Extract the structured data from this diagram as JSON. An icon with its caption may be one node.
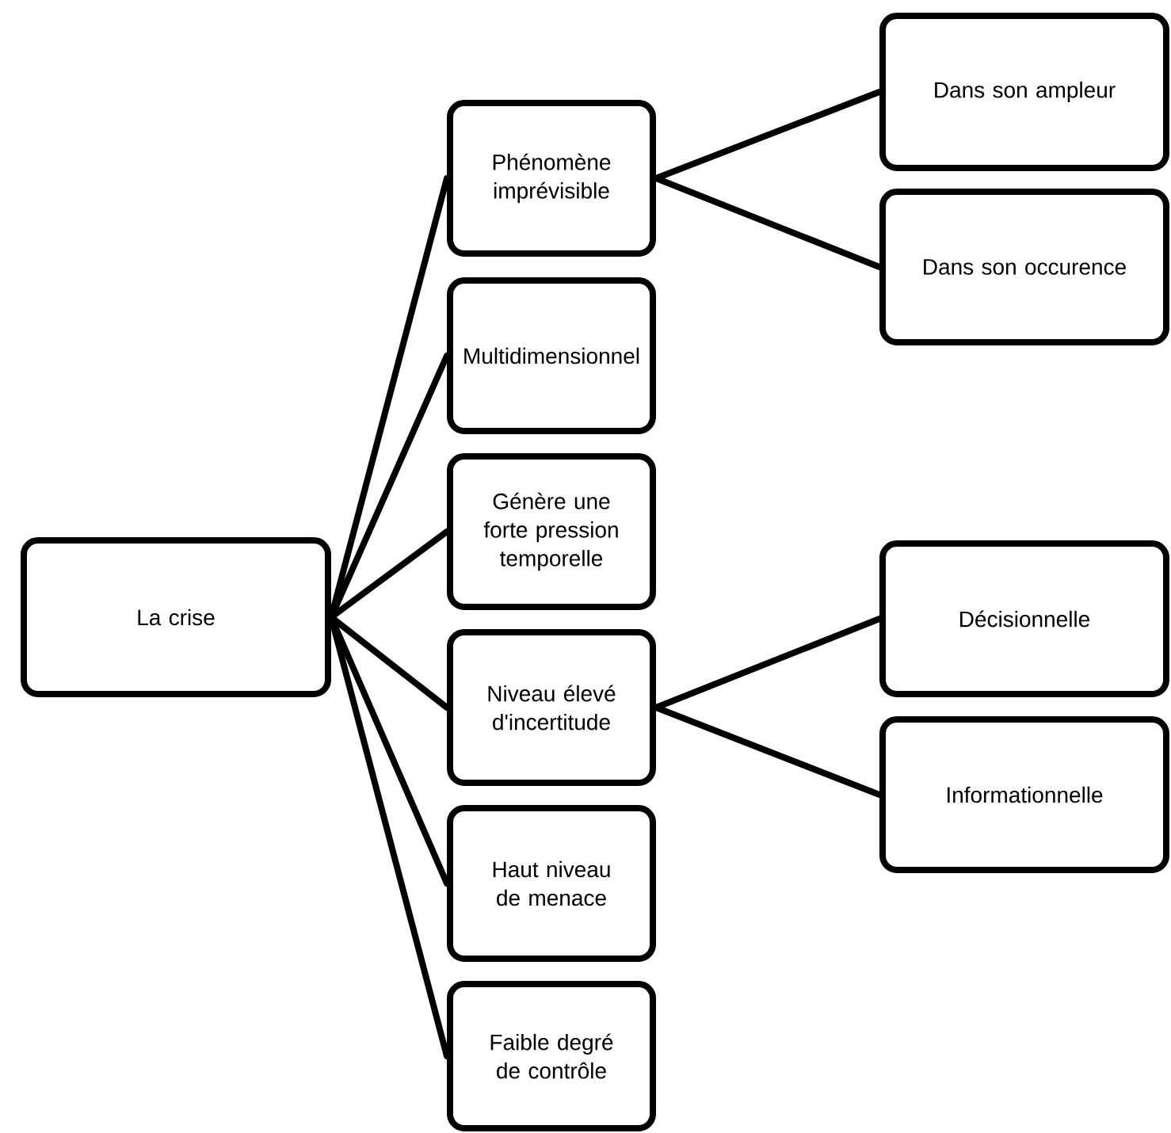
{
  "diagram": {
    "nodes": [
      {
        "text": [
          "La crise"
        ]
      },
      {
        "text": [
          "Phénomène imprévisible"
        ]
      },
      {
        "text": [
          "Multidimensionnel"
        ]
      },
      {
        "text": [
          "Génère une forte pression temporelle"
        ]
      },
      {
        "text": [
          "Niveau élevé d'incertitude"
        ]
      },
      {
        "text": [
          "Haut niveau de menace"
        ]
      },
      {
        "text": [
          "Faible degré de contrôle"
        ]
      },
      {
        "text": [
          "Dans son ampleur"
        ]
      },
      {
        "text": [
          "Dans son occurence"
        ]
      },
      {
        "text": [
          "Décisionnelle"
        ]
      },
      {
        "text": [
          "Informationnelle"
        ]
      }
    ],
    "edges": [
      {
        "from": 0,
        "to": 1,
        "arrow": "none"
      },
      {
        "from": 0,
        "to": 2,
        "arrow": "none"
      },
      {
        "from": 0,
        "to": 3,
        "arrow": "none"
      },
      {
        "from": 0,
        "to": 4,
        "arrow": "none"
      },
      {
        "from": 0,
        "to": 5,
        "arrow": "none"
      },
      {
        "from": 0,
        "to": 6,
        "arrow": "none"
      },
      {
        "from": 1,
        "to": 7,
        "arrow": "none"
      },
      {
        "from": 1,
        "to": 8,
        "arrow": "none"
      },
      {
        "from": 4,
        "to": 9,
        "arrow": "none"
      },
      {
        "from": 4,
        "to": 10,
        "arrow": "none"
      }
    ]
  }
}
